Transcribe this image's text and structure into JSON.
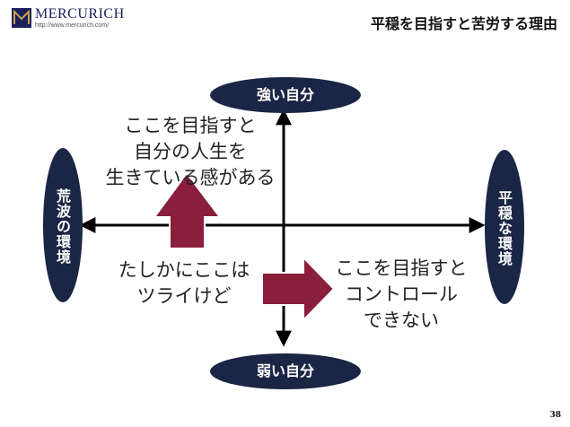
{
  "header": {
    "logo_name": "MERCURICH",
    "logo_url": "http://www.mercurich.com/",
    "title": "平穏を目指すと苦労する理由"
  },
  "axes": {
    "top": "強い自分",
    "bottom": "弱い自分",
    "left": "荒波の環境",
    "right": "平穏な環境"
  },
  "notes": {
    "upper_left": "ここを目指すと\n自分の人生を\n生きている感がある",
    "lower_left": "たしかにここは\nツライけど",
    "lower_right": "ここを目指すと\nコントロール\nできない"
  },
  "page_number": "38",
  "colors": {
    "oval": "#1b2545",
    "arrow": "#8a1f3c",
    "arrow_edge": "#ffffff",
    "axis": "#000000"
  }
}
